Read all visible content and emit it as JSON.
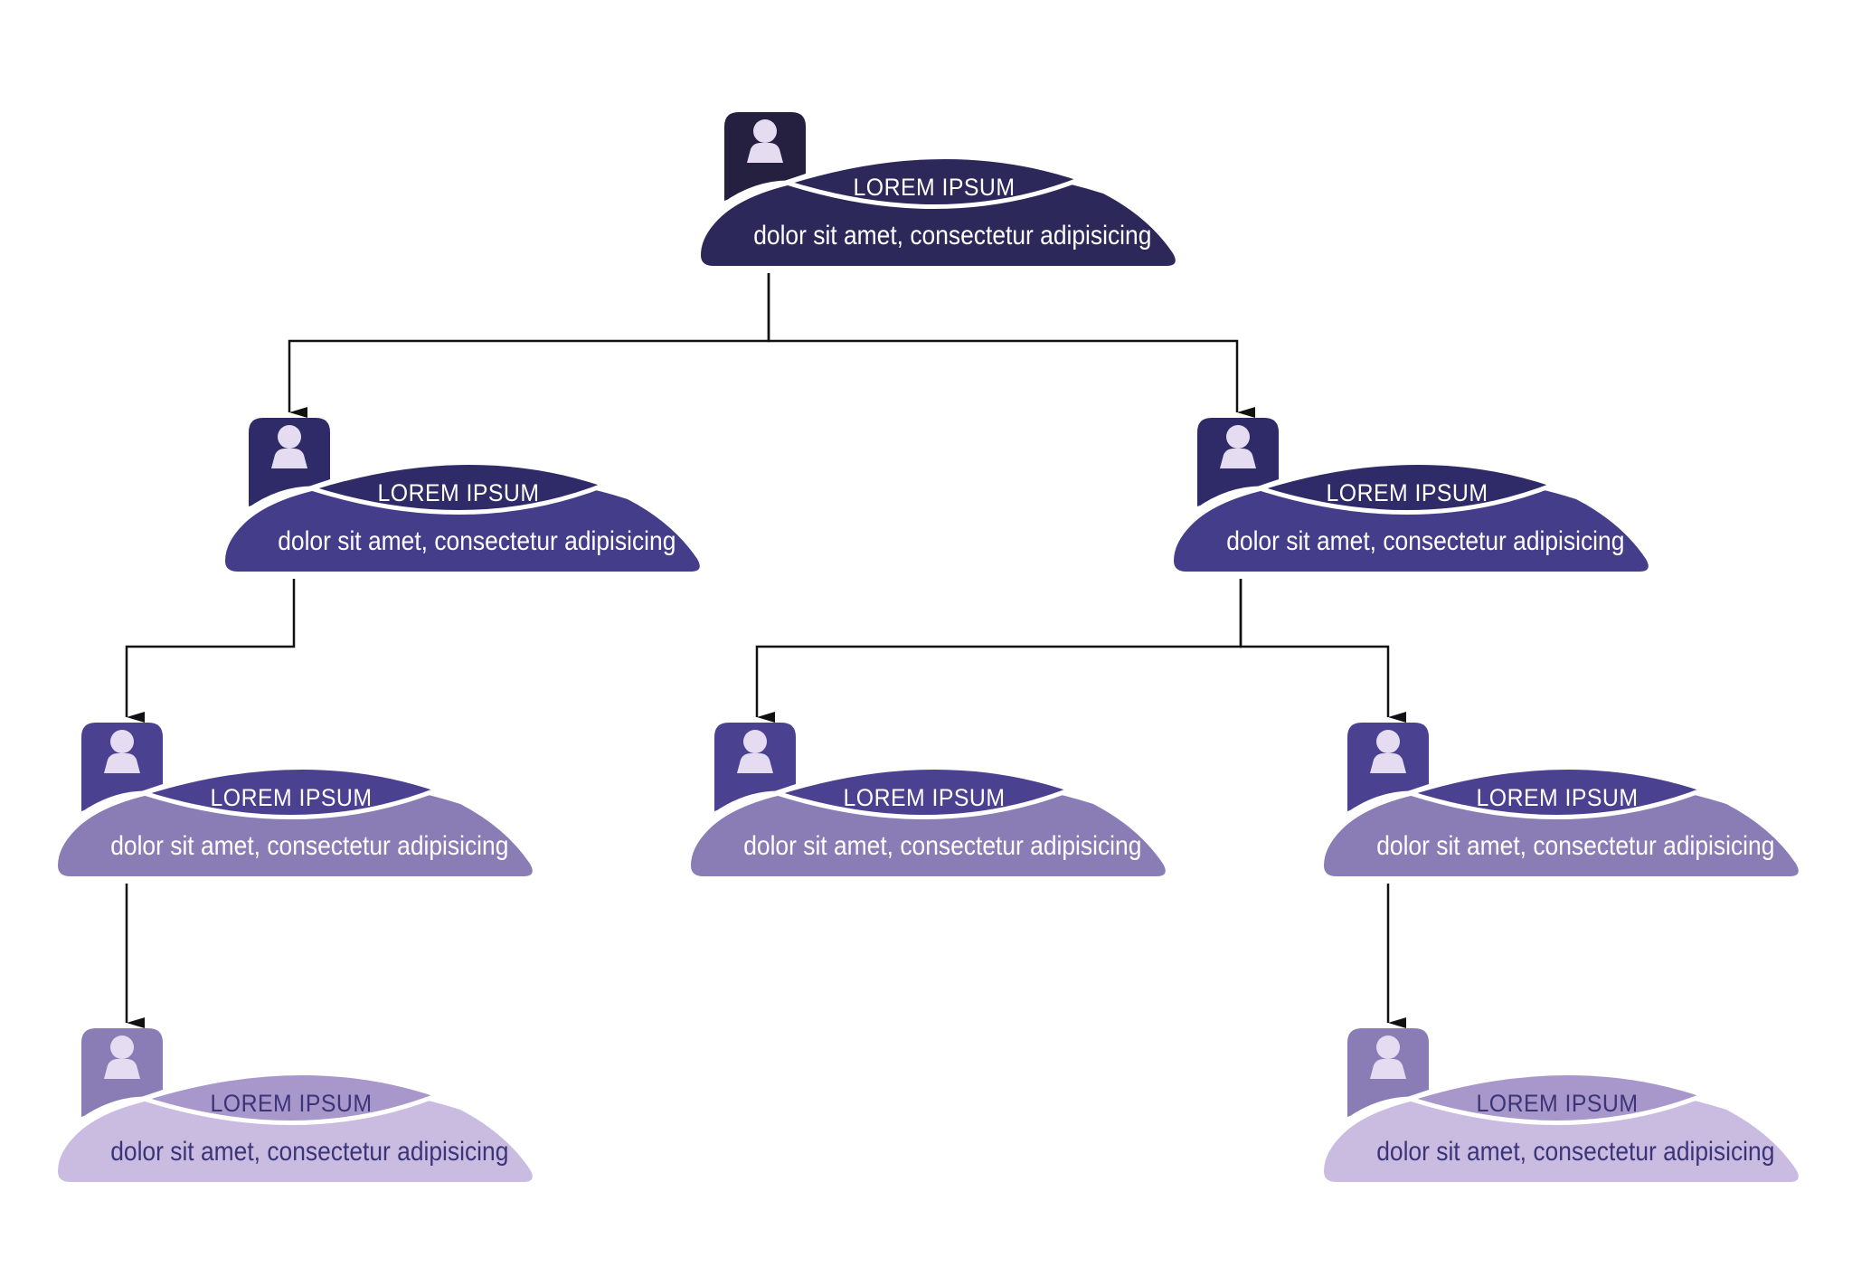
{
  "theme": {
    "arrow_color": "#111111",
    "levels": [
      {
        "tab": "#25203f",
        "base": "#2c2859",
        "pill": "#2c2859",
        "text": "#ffffff",
        "icon": "#e6dcf2"
      },
      {
        "tab": "#2f2b68",
        "base": "#443d89",
        "pill": "#2f2b68",
        "text": "#ffffff",
        "icon": "#e6dcf2"
      },
      {
        "tab": "#4b4191",
        "base": "#8a7db5",
        "pill": "#4b4191",
        "text": "#ffffff",
        "icon": "#e6dcf2"
      },
      {
        "tab": "#8a7db5",
        "base": "#c9bce0",
        "pill": "#a897cb",
        "text": "#3b3478",
        "icon": "#e6dcf2"
      }
    ]
  },
  "nodes": [
    {
      "id": "root",
      "level": 0,
      "icon": "person-icon",
      "title": "LOREM IPSUM",
      "text": "dolor sit amet, consectetur adipisicing"
    },
    {
      "id": "l1-left",
      "level": 1,
      "icon": "person-icon",
      "title": "LOREM IPSUM",
      "text": "dolor sit amet, consectetur adipisicing"
    },
    {
      "id": "l1-right",
      "level": 1,
      "icon": "person-icon",
      "title": "LOREM IPSUM",
      "text": "dolor sit amet, consectetur adipisicing"
    },
    {
      "id": "l2-left",
      "level": 2,
      "icon": "person-icon",
      "title": "LOREM IPSUM",
      "text": "dolor sit amet, consectetur adipisicing"
    },
    {
      "id": "l2-middle",
      "level": 2,
      "icon": "person-icon",
      "title": "LOREM IPSUM",
      "text": "dolor sit amet, consectetur adipisicing"
    },
    {
      "id": "l2-right",
      "level": 2,
      "icon": "person-icon",
      "title": "LOREM IPSUM",
      "text": "dolor sit amet, consectetur adipisicing"
    },
    {
      "id": "l3-left",
      "level": 3,
      "icon": "person-icon",
      "title": "LOREM IPSUM",
      "text": "dolor sit amet, consectetur adipisicing"
    },
    {
      "id": "l3-right",
      "level": 3,
      "icon": "person-icon",
      "title": "LOREM IPSUM",
      "text": "dolor sit amet, consectetur adipisicing"
    }
  ],
  "edges": [
    {
      "from": "root",
      "to": "l1-left"
    },
    {
      "from": "root",
      "to": "l1-right"
    },
    {
      "from": "l1-left",
      "to": "l2-left"
    },
    {
      "from": "l1-right",
      "to": "l2-middle"
    },
    {
      "from": "l1-right",
      "to": "l2-right"
    },
    {
      "from": "l2-left",
      "to": "l3-left"
    },
    {
      "from": "l2-right",
      "to": "l3-right"
    }
  ]
}
